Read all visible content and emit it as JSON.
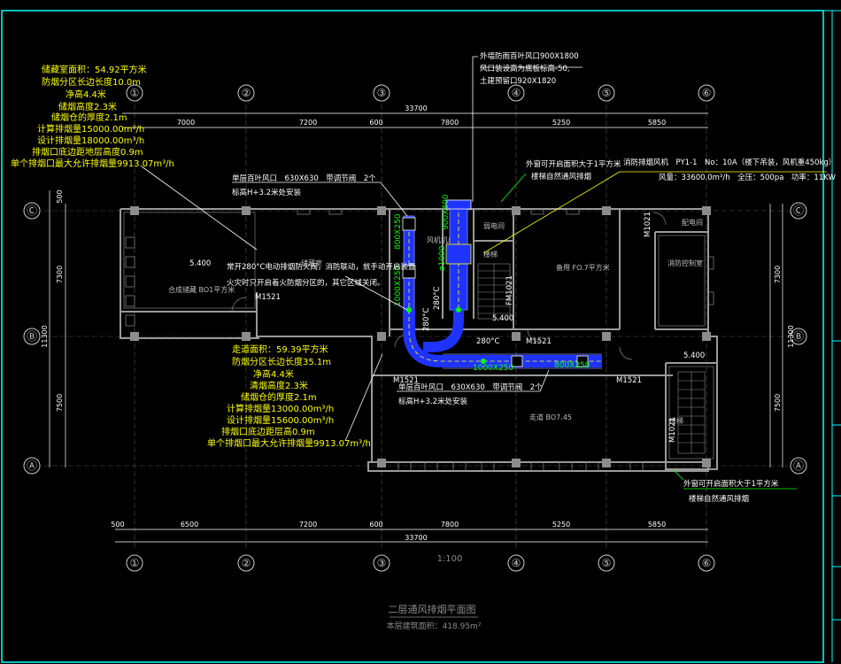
{
  "colors": {
    "frame": "#00ffff",
    "wall": "#9a9a9a",
    "duct": "#1f33ff",
    "note_yellow": "#ffff00",
    "leader_green": "#00ff00",
    "dim_white": "#ffffff"
  },
  "axes_top": [
    "①",
    "②",
    "③",
    "④",
    "⑤",
    "⑥"
  ],
  "axes_bottom": [
    "①",
    "②",
    "③",
    "④",
    "⑤",
    "⑥"
  ],
  "axes_left": [
    "Ⓒ",
    "Ⓑ",
    "Ⓐ"
  ],
  "axes_right": [
    "Ⓒ",
    "Ⓑ",
    "Ⓐ"
  ],
  "dims": {
    "top_total": "33700",
    "top": [
      "7000",
      "7200",
      "600",
      "7800",
      "5250",
      "5850"
    ],
    "bottom_total": "33700",
    "bottom": [
      "500",
      "6500",
      "7200",
      "600",
      "7800",
      "5250",
      "5850"
    ],
    "left": [
      "500",
      "7300",
      "11300",
      "7500"
    ],
    "right": [
      "7300",
      "11300",
      "7500"
    ]
  },
  "notes": {
    "zone1": [
      "储藏室面积：54.92平方米",
      "防烟分区长边长度10.0m",
      "净高4.4米",
      "储烟高度2.3米",
      "储烟仓的厚度2.1m",
      "计算排烟量15000.00m³/h",
      "设计排烟量18000.00m³/h",
      "排烟口底边距地层高度0.9m",
      "单个排烟口最大允许排烟量9913.07m³/h"
    ],
    "zone2": [
      "走道面积：59.39平方米",
      "防烟分区长边长度35.1m",
      "净高4.4米",
      "清烟高度2.3米",
      "储烟仓的厚度2.1m",
      "计算排烟量13000.00m³/h",
      "设计排烟量15600.00m³/h",
      "排烟口底边距层高0.9m",
      "单个排烟口最大允许排烟量9913.07m³/h"
    ],
    "top_outlet": [
      "外墙防雨百叶风口900X1800",
      "风口装设高为底板标高-50,",
      "土建预留口920X1820"
    ],
    "fan": [
      "消防排烟风机　PY1-1　No：10A（楼下吊装，风机重450kg）",
      "风量：33600.0m³/h　全压：500pa　功率：11KW"
    ],
    "grille_upper": [
      "单层百叶风口　630X630　带调节阀　2个",
      "标高H+3.2米处安装"
    ],
    "grille_lower": [
      "单层百叶风口　630X630　带调节阀　2个",
      "标高H+3.2米处安装"
    ],
    "fire_damper": [
      "常开280°C电动排烟防火阀，消防联动，就手动开启装置",
      "火灾时只开启着火防烟分区的，其它区域关闭。"
    ],
    "window_upper": [
      "外窗可开启面积大于1平方米",
      "楼梯自然通风排烟"
    ],
    "window_lower": [
      "外窗可开启面积大于1平方米",
      "楼梯自然通风排烟"
    ]
  },
  "duct_labels": {
    "d1": "800X250",
    "d2": "1000X250",
    "d3": "900X800",
    "d4": "ø1000",
    "d5": "280°C",
    "d6": "280°C",
    "d7": "280°C",
    "d8": "1000X250",
    "d9": "800X250"
  },
  "room_labels": {
    "r1": "储藏室",
    "r2": "合成储藏 BO1平方米",
    "r3": "风机机房",
    "r4": "弱电间",
    "r5": "楼梯",
    "r6": "备用 FO.7平方米",
    "r7": "消防控制室",
    "r8": "走道 BO7.45",
    "r9": "楼梯",
    "r10": "配电间"
  },
  "elevations": {
    "e1": "5.400",
    "e2": "5.400",
    "e3": "5.400",
    "e4": "5.400"
  },
  "door_tags": {
    "t1": "M1521",
    "t2": "M1521",
    "t3": "M1521",
    "t4": "M1521",
    "t5": "M1021",
    "t6": "FM1021",
    "t7": "M1021"
  },
  "scale": "1:100",
  "drawing_title": "二层通风排烟平面图",
  "area": "本层建筑面积：418.95m²"
}
